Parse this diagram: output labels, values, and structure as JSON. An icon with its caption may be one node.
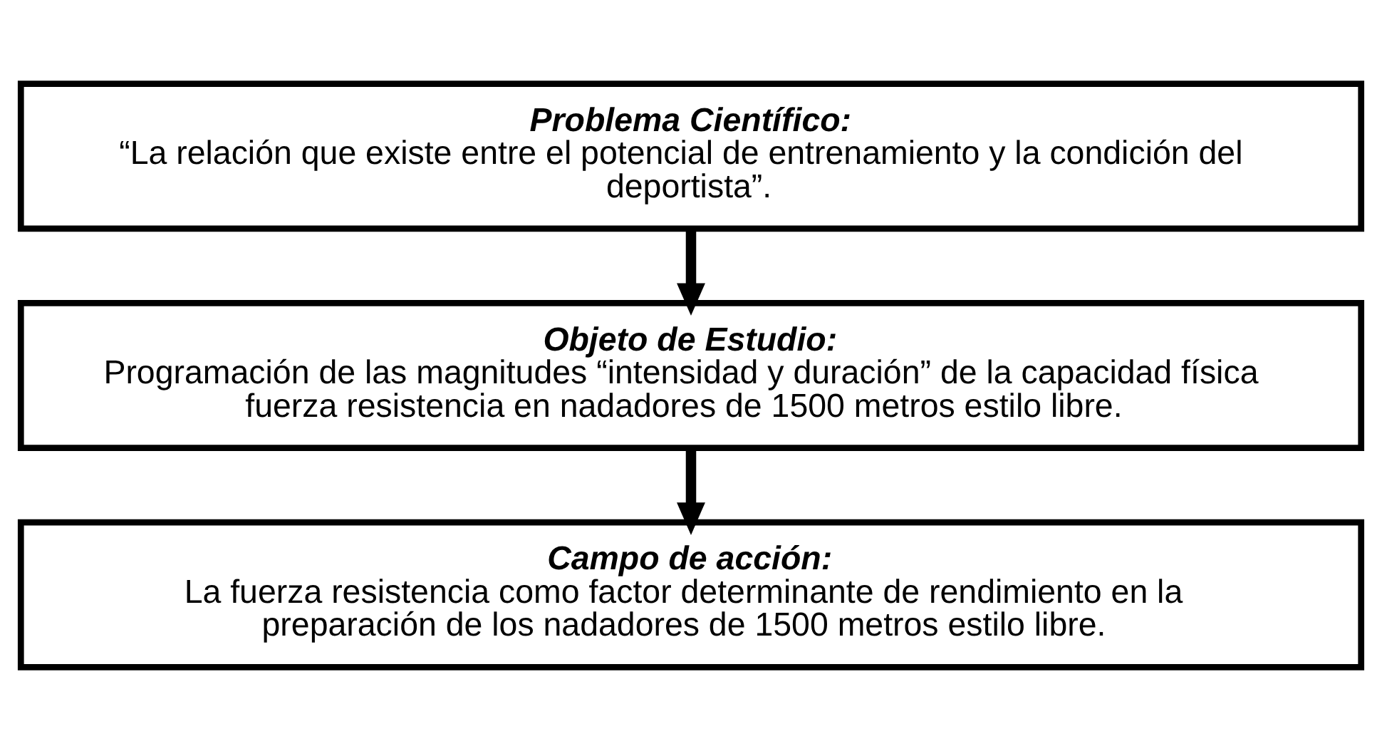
{
  "diagram": {
    "nodes": [
      {
        "text": [
          "Problema Científico:",
          "“La relación que existe entre el potencial de entrenamiento y la condición del deportista”."
        ]
      },
      {
        "text": [
          "Objeto de Estudio:",
          "Programación de las magnitudes “intensidad y duración” de la capacidad física fuerza resistencia en nadadores de 1500 metros estilo libre."
        ]
      },
      {
        "text": [
          "Campo de acción:",
          "La fuerza resistencia como factor determinante de rendimiento en la preparación de los nadadores de 1500 metros estilo libre."
        ]
      }
    ],
    "edges": [
      {
        "from": 0,
        "to": 1,
        "arrow": "to"
      },
      {
        "from": 1,
        "to": 2,
        "arrow": "to"
      }
    ]
  }
}
